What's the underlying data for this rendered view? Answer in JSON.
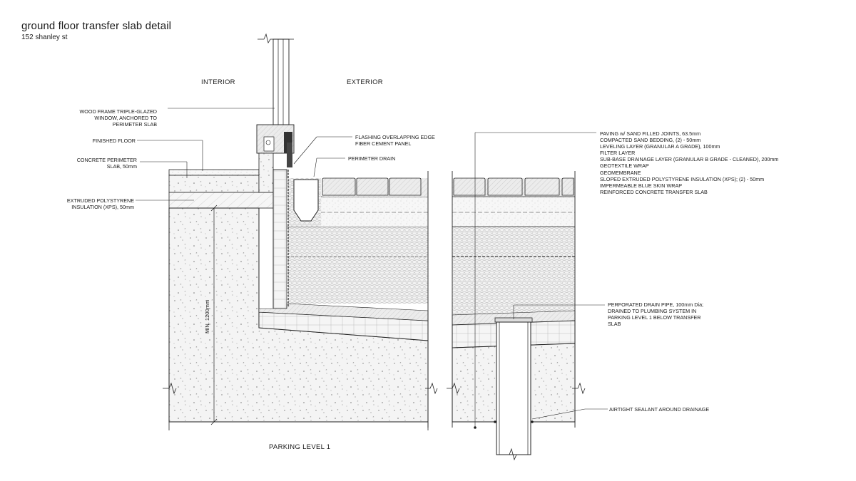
{
  "header": {
    "title": "ground floor transfer slab detail",
    "subtitle": "152 shanley st"
  },
  "zones": {
    "interior": "INTERIOR",
    "exterior": "EXTERIOR",
    "parking": "PARKING LEVEL 1"
  },
  "labels": {
    "window": [
      "WOOD FRAME TRIPLE-GLAZED",
      "WINDOW, ANCHORED TO",
      "PERIMETER SLAB"
    ],
    "finished_floor": "FINISHED FLOOR",
    "concrete_slab": [
      "CONCRETE PERIMETER",
      "SLAB, 50mm"
    ],
    "xps": [
      "EXTRUDED POLYSTYRENE",
      "INSULATION (XPS), 50mm"
    ],
    "flashing": [
      "FLASHING OVERLAPPING EDGE",
      "FIBER CEMENT PANEL"
    ],
    "perimeter_drain": "PERIMETER DRAIN",
    "drain_pipe": [
      "PERFORATED DRAIN PIPE, 100mm Dia;",
      "DRAINED TO PLUMBING SYSTEM IN",
      "PARKING LEVEL 1 BELOW TRANSFER",
      "SLAB"
    ],
    "sealant": "AIRTIGHT SEALANT AROUND DRAINAGE",
    "dimension": "MIN. 1200mm"
  },
  "layers": [
    "PAVING w/ SAND FILLED JOINTS, 63.5mm",
    "COMPACTED SAND BEDDING, (2) - 50mm",
    "LEVELING LAYER (GRANULAR A GRADE), 100mm",
    "FILTER LAYER",
    "SUB-BASE DRAINAGE LAYER (GRANULAR B GRADE - CLEANED), 200mm",
    "GEOTEXTILE WRAP",
    "GEOMEMBRANE",
    "SLOPED EXTRUDED POLYSTYRENE INSULATION (XPS); (2) - 50mm",
    "IMPERMEABLE BLUE SKIN WRAP",
    "REINFORCED CONCRETE TRANSFER SLAB"
  ]
}
